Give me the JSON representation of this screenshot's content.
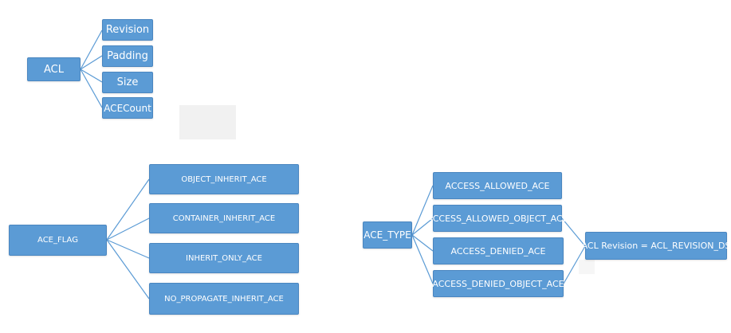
{
  "acl": {
    "root": "ACL",
    "children": [
      "Revision",
      "Padding",
      "Size",
      "ACECount"
    ]
  },
  "ace_flag": {
    "root": "ACE_FLAG",
    "children": [
      "OBJECT_INHERIT_ACE",
      "CONTAINER_INHERIT_ACE",
      "INHERIT_ONLY_ACE",
      "NO_PROPAGATE_INHERIT_ACE"
    ]
  },
  "ace_type": {
    "root": "ACE_TYPE",
    "children": [
      "ACCESS_ALLOWED_ACE",
      "ACCESS_ALLOWED_OBJECT_ACE",
      "ACCESS_DENIED_ACE",
      "ACCESS_DENIED_OBJECT_ACE"
    ],
    "extra": "ACL Revision = ACL_REVISION_DS"
  },
  "colors": {
    "node_fill": "#5b9bd5",
    "node_text": "#ffffff",
    "connector": "#5b9bd5"
  }
}
